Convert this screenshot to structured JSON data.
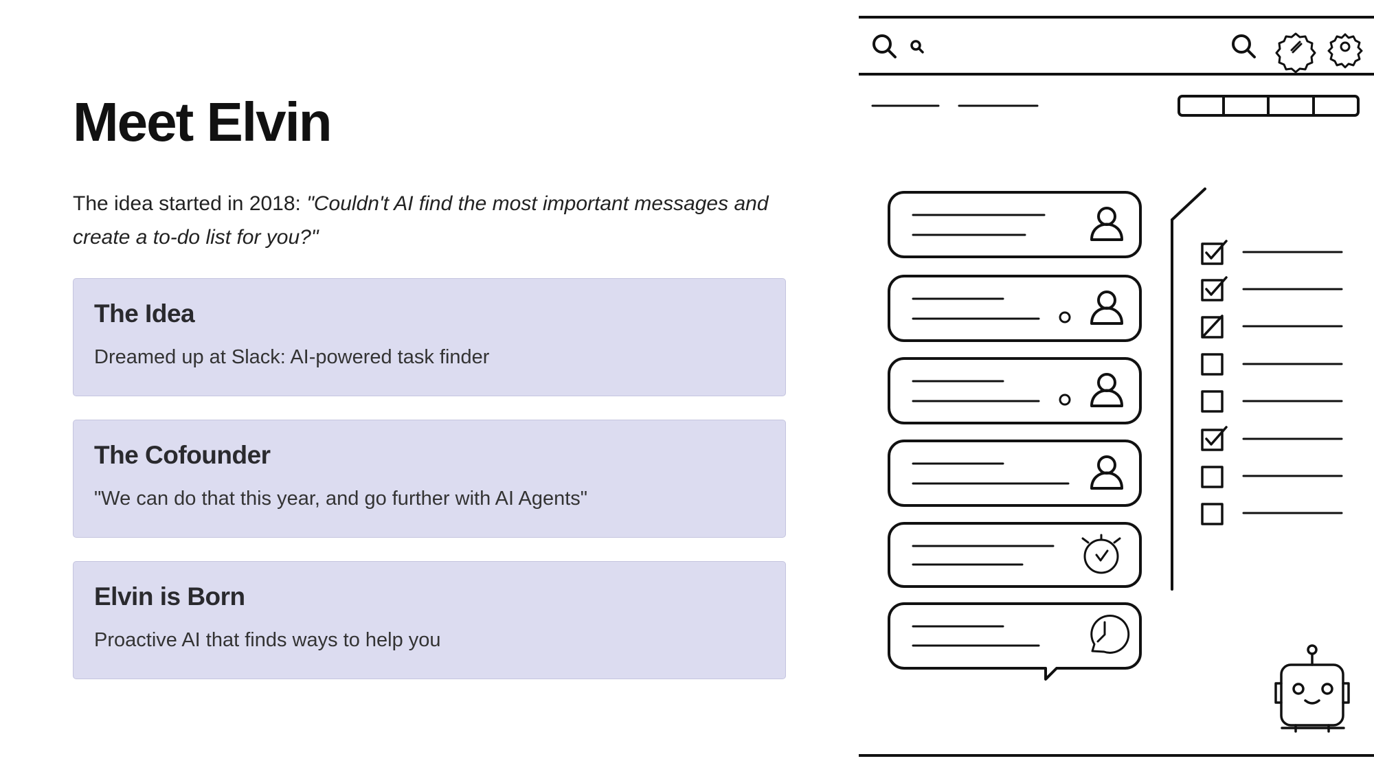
{
  "slide": {
    "title": "Meet Elvin",
    "intro_prefix": "The idea started in 2018:",
    "intro_quote": "\"Couldn't AI find the most important messages and create a to-do list for you?\""
  },
  "cards": [
    {
      "title": "The Idea",
      "text": "Dreamed up at Slack: AI-powered task finder"
    },
    {
      "title": "The Cofounder",
      "text": "\"We can do that this year, and go further with AI Agents\""
    },
    {
      "title": "Elvin is Born",
      "text": "Proactive AI that finds ways to help you"
    }
  ],
  "illustration": {
    "toolbar_icons": [
      "search-icon",
      "small-search-icon",
      "search-icon",
      "settings-badge-icon",
      "gear-icon"
    ],
    "message_icons": [
      "person-icon",
      "person-icon",
      "person-icon",
      "person-icon",
      "stopwatch-icon",
      "clock-icon"
    ],
    "checklist_states": [
      "checked",
      "checked",
      "crossed",
      "empty",
      "empty",
      "checked",
      "empty",
      "empty"
    ],
    "mascot": "robot-icon"
  },
  "colors": {
    "card_background": "#dcdcf0",
    "card_border": "#c4c4df",
    "line_art": "#111111"
  }
}
